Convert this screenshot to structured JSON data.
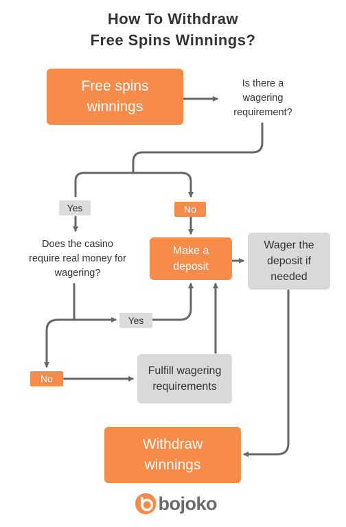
{
  "title": {
    "line1": "How To Withdraw",
    "line2": "Free Spins Winnings?"
  },
  "nodes": {
    "free_spins": {
      "line1": "Free spins",
      "line2": "winnings"
    },
    "wagering_q": {
      "line1": "Is there a",
      "line2": "wagering",
      "line3": "requirement?"
    },
    "casino_q": {
      "line1": "Does the casino",
      "line2": "require real money for",
      "line3": "wagering?"
    },
    "make_deposit": {
      "line1": "Make a",
      "line2": "deposit"
    },
    "wager_deposit": {
      "line1": "Wager the",
      "line2": "deposit if",
      "line3": "needed"
    },
    "fulfill": {
      "line1": "Fulfill wagering",
      "line2": "requirements"
    },
    "withdraw": {
      "line1": "Withdraw",
      "line2": "winnings"
    }
  },
  "labels": {
    "yes_top": "Yes",
    "no_top": "No",
    "yes_mid": "Yes",
    "no_bottom": "No"
  },
  "logo": {
    "text": "bojoko"
  },
  "colors": {
    "orange": "#f78b4a",
    "gray_box": "#d9d9d9",
    "arrow": "#666666",
    "text": "#333333"
  }
}
